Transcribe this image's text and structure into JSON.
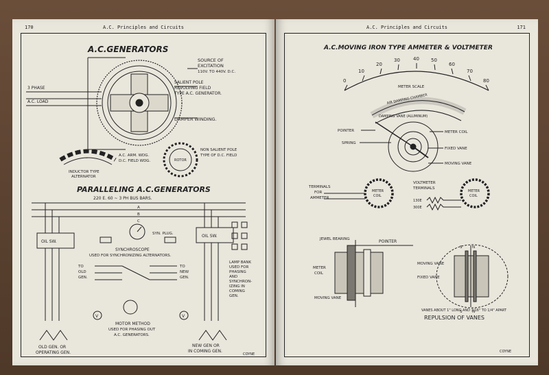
{
  "book": {
    "running_title": "A.C. Principles and Circuits"
  },
  "left_page": {
    "page_number": "170",
    "section_ac_generators": {
      "title": "A.C.GENERATORS",
      "labels": {
        "source": "SOURCE OF",
        "excitation": "EXCITATION",
        "excitation_volts": "110V. TO 440V. D.C.",
        "salient1": "SALIENT POLE",
        "salient2": "REVOLVING FIELD",
        "salient3": "TYPE A.C. GENERATOR.",
        "phase1": "3 PHASE",
        "phase2": "A.C. LOAD",
        "damper": "DAMPER WINDING.",
        "arm_wdg": "A.C. ARM. WDG.",
        "field_wdg": "D.C. FIELD WDG.",
        "inductor1": "INDUCTOR TYPE",
        "inductor2": "ALTERNATOR",
        "rotor": "ROTOR",
        "nonsalient1": "NON SALIENT POLE",
        "nonsalient2": "TYPE OF D.C. FIELD"
      }
    },
    "section_paralleling": {
      "title": "PARALLELING A.C.GENERATORS",
      "subtitle": "220 E.   60 ~   3 PH BUS BARS.",
      "labels": {
        "bus_a": "A",
        "bus_b": "B",
        "bus_c": "C",
        "oil_sw_left": "OIL SW.",
        "oil_sw_right": "OIL SW.",
        "syn_plug": "SYN. PLUG.",
        "synchroscope": "SYNCHROSCOPE",
        "synchroscope_use": "USED FOR SYNCHRONIZING ALTERNATORS.",
        "to_old1": "TO",
        "to_old2": "OLD",
        "to_old3": "GEN.",
        "to_new1": "TO",
        "to_new2": "NEW",
        "to_new3": "GEN.",
        "lamp1": "LAMP BANK",
        "lamp2": "USED FOR",
        "lamp3": "PHASING",
        "lamp4": "AND",
        "lamp5": "SYNCHRON-",
        "lamp6": "IZING IN",
        "lamp7": "COMING",
        "lamp8": "GEN.",
        "motor1": "MOTOR METHOD",
        "motor2": "USED FOR PHASING OUT",
        "motor3": "A.C. GENERATORS.",
        "old_gen1": "OLD GEN. OR",
        "old_gen2": "OPERATING GEN.",
        "new_gen1": "NEW GEN OR",
        "new_gen2": "IN COMING GEN.",
        "v": "V",
        "coyne": "COYNE"
      }
    }
  },
  "right_page": {
    "page_number": "171",
    "section_meter": {
      "title": "A.C.MOVING IRON TYPE AMMETER & VOLTMETER",
      "scale_numbers": [
        "0",
        "10",
        "20",
        "30",
        "40",
        "50",
        "60",
        "70",
        "80"
      ],
      "labels": {
        "meter_scale": "METER SCALE",
        "air_damping": "AIR DAMPING CHAMBER",
        "damping_vane": "DAMPING VANE (ALUMINUM)",
        "pointer": "POINTER",
        "spring": "SPRING",
        "meter_coil": "METER COIL",
        "fixed_vane": "FIXED VANE",
        "moving_vane": "MOVING VANE",
        "terminals1": "TERMINALS",
        "terminals2": "FOR",
        "terminals3": "AMMETER",
        "coil_a1": "METER",
        "coil_a2": "COIL",
        "volt_term1": "VOLTMETER",
        "volt_term2": "TERMINALS",
        "r1": "130E",
        "r2": "300E",
        "coil_v1": "METER",
        "coil_v2": "COIL"
      }
    },
    "section_vanes": {
      "labels": {
        "jewel": "JEWEL BEARING",
        "pointer": "POINTER",
        "meter_coil1": "METER",
        "meter_coil2": "COIL",
        "moving_vane": "MOVING VANE",
        "moving_vane2": "MOVING VANE",
        "fixed_vane": "FIXED VANE",
        "n_top": "N",
        "n_bot": "N",
        "s_top": "S",
        "s_bot": "S",
        "vanes_note": "VANES ABOUT 1\" LONG AND 3/16\" TO 1/4\" APART",
        "repulsion": "REPULSION  OF  VANES",
        "coyne": "COYNE"
      }
    }
  }
}
